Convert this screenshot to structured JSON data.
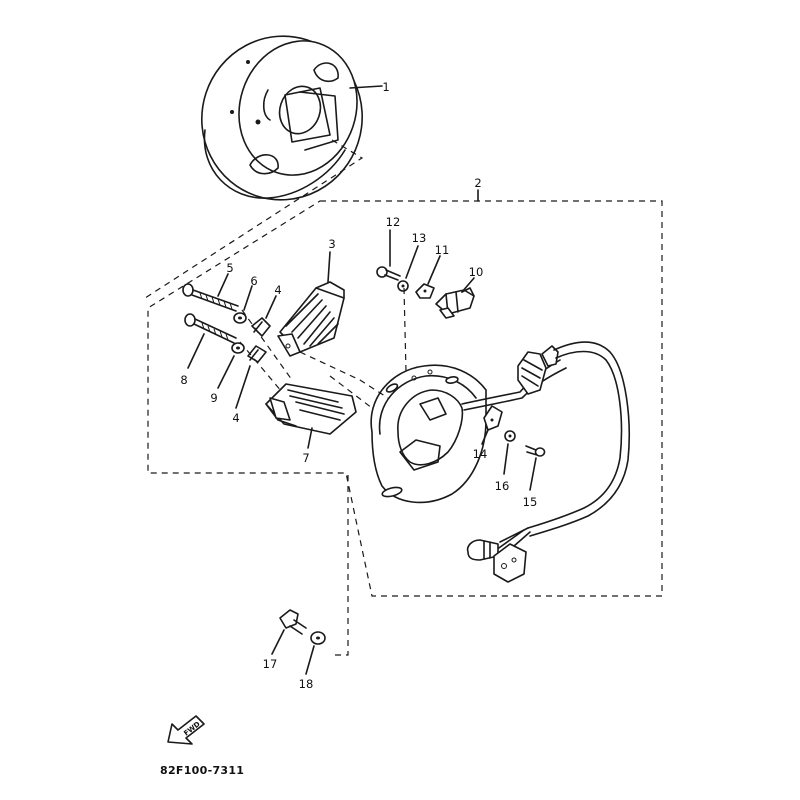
{
  "diagram": {
    "part_numbers": [
      "1",
      "2",
      "3",
      "4",
      "5",
      "6",
      "7",
      "8",
      "9",
      "4",
      "10",
      "11",
      "12",
      "13",
      "14",
      "15",
      "16",
      "17",
      "18"
    ],
    "direction_label": "FWD",
    "diagram_code": "82F100-7311"
  }
}
